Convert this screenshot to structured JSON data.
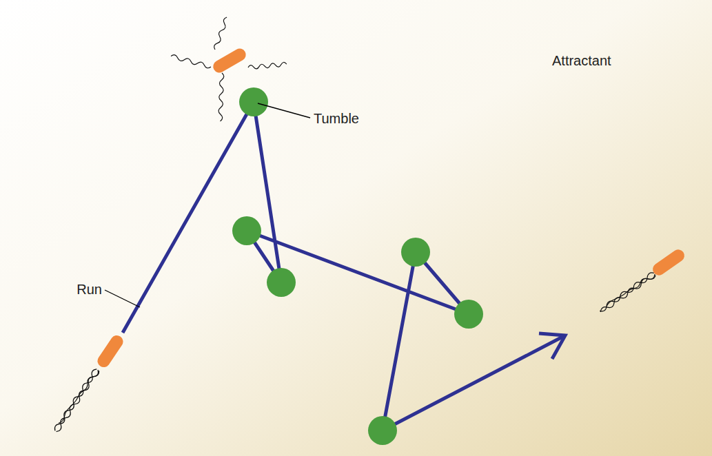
{
  "diagram": {
    "labels": [
      "Attractant",
      "Tumble",
      "Run"
    ]
  }
}
